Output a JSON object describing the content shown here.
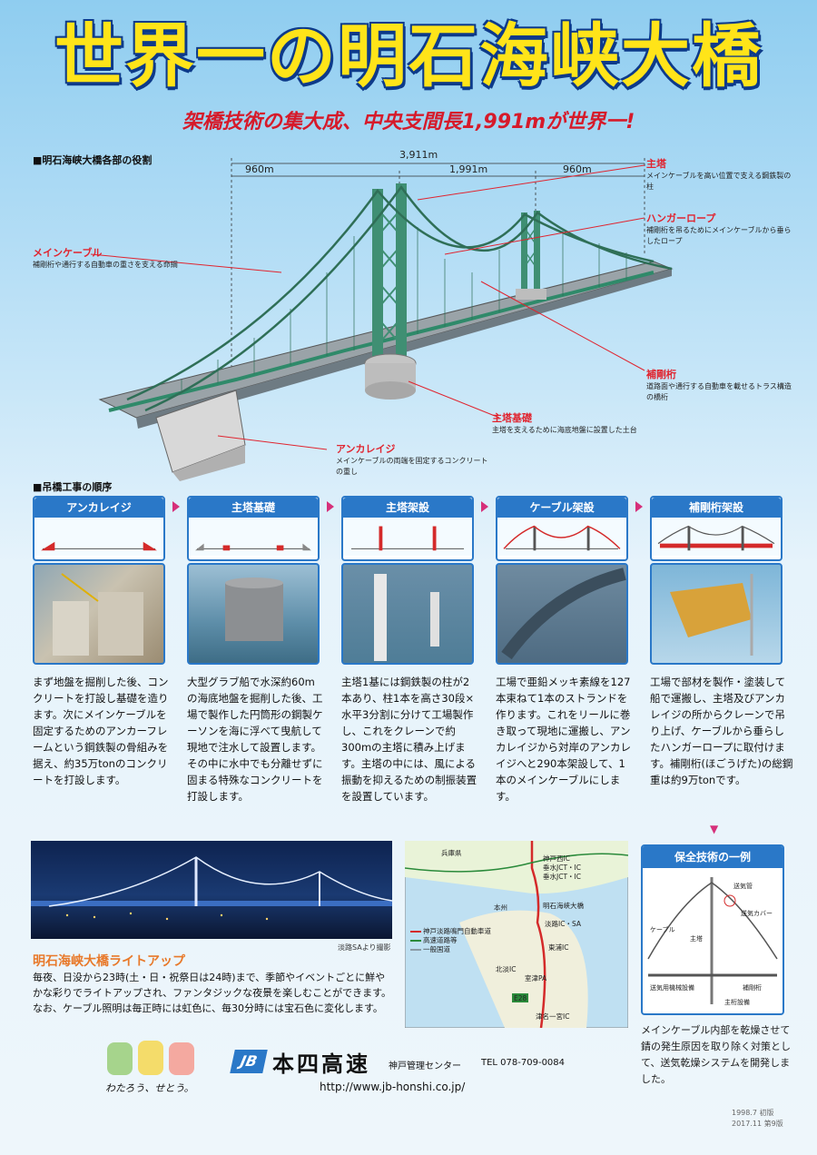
{
  "header": {
    "title": "世界一の明石海峡大橋",
    "subtitle": "架橋技術の集大成、中央支間長1,991mが世界一!"
  },
  "bridge_section": {
    "heading": "■明石海峡大橋各部の役割",
    "total_length": "3,911m",
    "side_span_left": "960m",
    "center_span": "1,991m",
    "side_span_right": "960m",
    "callouts": {
      "main_tower": {
        "title": "主塔",
        "desc": "メインケーブルを高い位置で支える鋼鉄製の柱"
      },
      "hanger_rope": {
        "title": "ハンガーロープ",
        "desc": "補剛桁を吊るためにメインケーブルから垂らしたロープ"
      },
      "main_cable": {
        "title": "メインケーブル",
        "desc": "補剛桁や通行する自動車の重さを支える命綱"
      },
      "stiffening_girder": {
        "title": "補剛桁",
        "desc": "道路面や通行する自動車を載せるトラス構造の橋桁"
      },
      "tower_foundation": {
        "title": "主塔基礎",
        "desc": "主塔を支えるために海底地盤に設置した土台"
      },
      "anchorage": {
        "title": "アンカレイジ",
        "desc": "メインケーブルの両端を固定するコンクリートの重し"
      }
    }
  },
  "construction_section": {
    "heading": "■吊橋工事の順序",
    "steps": [
      {
        "label": "アンカレイジ",
        "text": "まず地盤を掘削した後、コンクリートを打設し基礎を造ります。次にメインケーブルを固定するためのアンカーフレームという鋼鉄製の骨組みを据え、約35万tonのコンクリートを打設します。"
      },
      {
        "label": "主塔基礎",
        "text": "大型グラブ船で水深約60mの海底地盤を掘削した後、工場で製作した円筒形の鋼製ケーソンを海に浮べて曳航して現地で注水して設置します。その中に水中でも分離せずに固まる特殊なコンクリートを打設します。"
      },
      {
        "label": "主塔架設",
        "text": "主塔1基には鋼鉄製の柱が2本あり、柱1本を高さ30段×水平3分割に分けて工場製作し、これをクレーンで約300mの主塔に積み上げます。主塔の中には、風による振動を抑えるための制振装置を設置しています。"
      },
      {
        "label": "ケーブル架設",
        "text": "工場で亜鉛メッキ素線を127本束ねて1本のストランドを作ります。これをリールに巻き取って現地に運搬し、アンカレイジから対岸のアンカレイジへと290本架設して、1本のメインケーブルにします。"
      },
      {
        "label": "補剛桁架設",
        "text": "工場で部材を製作・塗装して船で運搬し、主塔及びアンカレイジの所からクレーンで吊り上げ、ケーブルから垂らしたハンガーロープに取付けます。補剛桁(ほごうげた)の総鋼重は約9万tonです。"
      }
    ]
  },
  "lightup": {
    "photo_credit": "淡路SAより撮影",
    "title": "明石海峡大橋ライトアップ",
    "desc": "毎夜、日没から23時(土・日・祝祭日は24時)まで、季節やイベントごとに鮮やかな彩りでライトアップされ、ファンタジックな夜景を楽しむことができます。なお、ケーブル照明は毎正時には虹色に、毎30分時には宝石色に変化します。"
  },
  "map": {
    "labels": {
      "prefecture": "兵庫県",
      "honshu": "本州",
      "bridge": "明石海峡大橋",
      "ic1": "神戸西IC",
      "ic2": "垂水JCT・IC",
      "ic3": "垂水JCT・IC",
      "ic4": "淡路IC・SA",
      "ic5": "東浦IC",
      "ic6": "北淡IC",
      "pa": "室津PA",
      "ic7": "津名一宮IC",
      "route": "E28",
      "legend1": "神戸淡路鳴門自動車道",
      "legend2": "高速道路等",
      "legend3": "一般国道"
    }
  },
  "maintenance": {
    "title": "保全技術の一例",
    "labels": {
      "cable": "ケーブル",
      "tower": "主塔",
      "duct": "送気管",
      "cover": "送気カバー",
      "dehumidifier": "送気用機械設備",
      "girder": "補剛桁",
      "anchor": "主桁設備"
    },
    "desc": "メインケーブル内部を乾燥させて錆の発生原因を取り除く対策として、送気乾燥システムを開発しました。"
  },
  "footer": {
    "mascot_caption": "わたろう、せとう。",
    "logo_mark": "JB",
    "company": "本四高速",
    "office": "神戸管理センター",
    "tel": "TEL 078-709-0084",
    "website": "http://www.jb-honshi.co.jp/",
    "print_date_1": "1998.7 初版",
    "print_date_2": "2017.11 第9版"
  },
  "colors": {
    "title_yellow": "#ffe419",
    "title_outline": "#0d3a8a",
    "accent_red": "#d61a2a",
    "step_blue": "#2a78c8",
    "arrow_pink": "#d6307a",
    "lightup_orange": "#e8792a"
  }
}
